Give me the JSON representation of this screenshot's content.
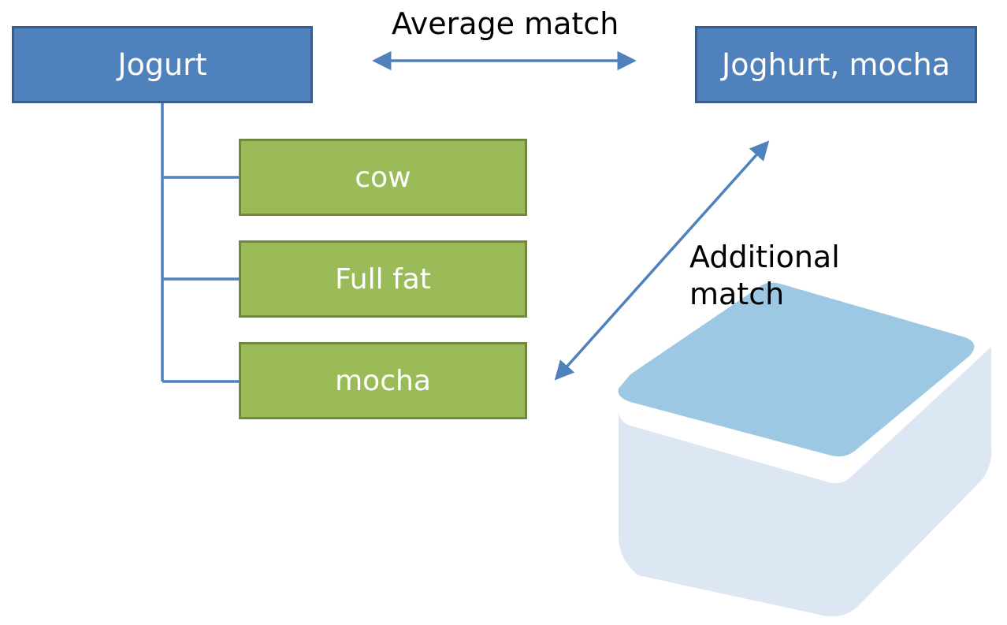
{
  "diagram": {
    "main_item": "Jogurt",
    "matched_item": "Joghurt, mocha",
    "attributes": [
      "cow",
      "Full fat",
      "mocha"
    ],
    "average_match_label": "Average match",
    "additional_match_label": [
      "Additional",
      "match"
    ],
    "colors": {
      "main_box": "#4f81bd",
      "attribute_box": "#9bbb59",
      "connector": "#4f81bd",
      "cube_top": "#9dc8e4",
      "cube_body": "#dce7f3"
    },
    "icons": {
      "cube": "container-cube-icon"
    }
  }
}
